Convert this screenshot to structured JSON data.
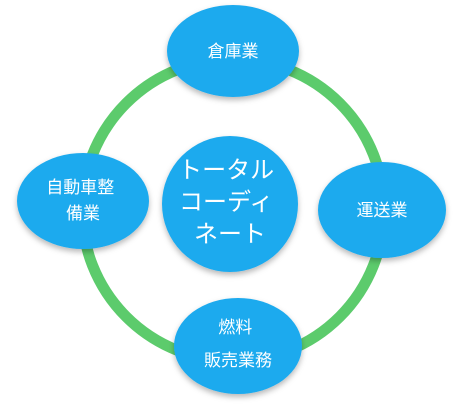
{
  "diagram": {
    "center": {
      "lines": [
        "トータル",
        "コーディ",
        "ネート"
      ]
    },
    "nodes": {
      "top": {
        "lines": [
          "倉庫業"
        ]
      },
      "right": {
        "lines": [
          "運送業"
        ]
      },
      "bottom": {
        "lines": [
          "燃料",
          "販売業務"
        ]
      },
      "left": {
        "lines": [
          "自動車整",
          "備業"
        ]
      }
    },
    "colors": {
      "node_fill": "#1faaee",
      "ring": "#5ccb6c",
      "text": "#ffffff"
    }
  }
}
